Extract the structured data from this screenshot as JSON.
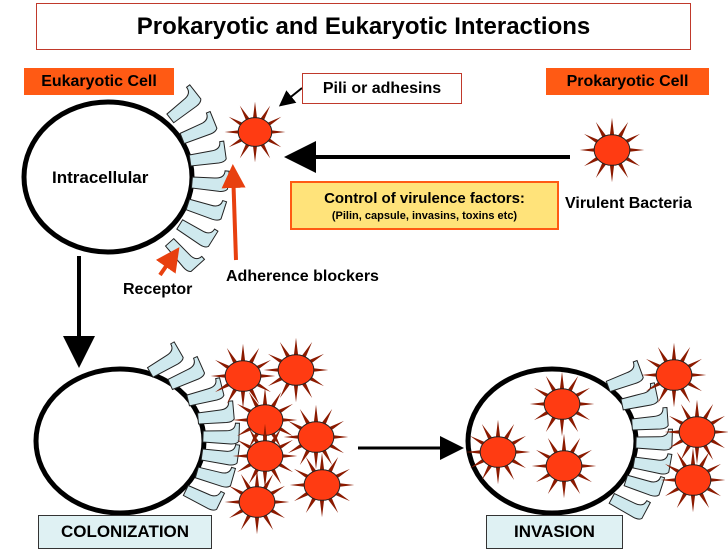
{
  "title": "Prokaryotic and Eukaryotic Interactions",
  "labels": {
    "eukaryotic_cell": "Eukaryotic Cell",
    "prokaryotic_cell": "Prokaryotic Cell",
    "pili": "Pili or adhesins",
    "intracellular": "Intracellular",
    "control_line1": "Control of virulence factors:",
    "control_line2": "(Pilin, capsule, invasins, toxins etc)",
    "virulent_bacteria": "Virulent Bacteria",
    "adherence_blockers": "Adherence blockers",
    "receptor": "Receptor",
    "colonization": "COLONIZATION",
    "invasion": "INVASION"
  },
  "colors": {
    "label_fill": "#ff5a14",
    "control_fill": "#ffe37a",
    "bacteria_body": "#ff3b12",
    "bacteria_spike": "#8b1a00",
    "receptor_fill": "#cfe9ee",
    "stage_fill": "#dff1f3",
    "pointer_arrow": "#e8400f"
  }
}
